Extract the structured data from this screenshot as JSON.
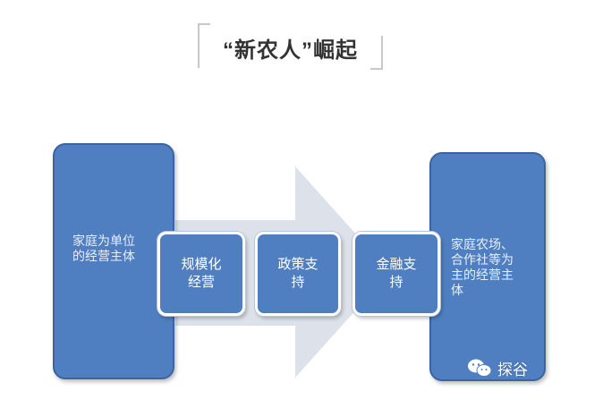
{
  "title": "“新农人”崛起",
  "colors": {
    "box_fill": "#4f7fc0",
    "box_border": "#3a64a3",
    "arrow_fill": "#dde2ea",
    "title_text": "#333333"
  },
  "diagram": {
    "left_box": "家庭为单位\n的经营主体",
    "steps": [
      "规模化\n经营",
      "政策支\n持",
      "金融支\n持"
    ],
    "right_box": "家庭农场、\n合作社等为\n主的经营主\n体"
  },
  "watermark": {
    "icon": "wechat-icon",
    "text": "探谷"
  }
}
